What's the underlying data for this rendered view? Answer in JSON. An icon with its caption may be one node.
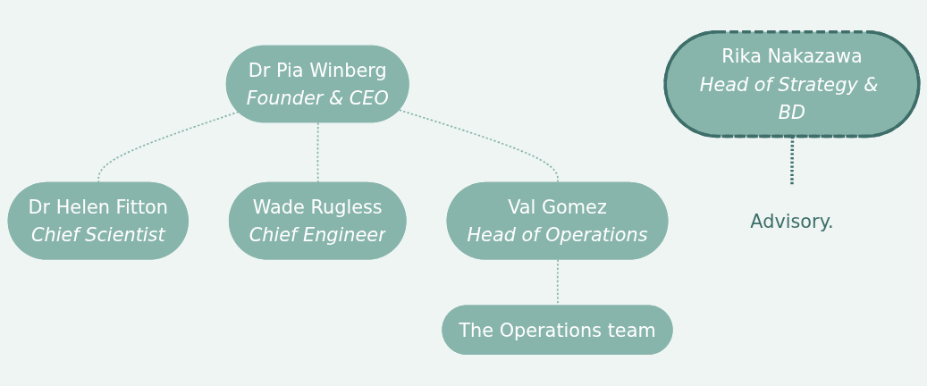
{
  "diagram": {
    "nodes": [
      {
        "text": [
          "Dr Pia Winberg",
          "Founder & CEO"
        ]
      },
      {
        "text": [
          "Rika Nakazawa",
          "Head of Strategy & BD"
        ]
      },
      {
        "text": [
          "Dr Helen Fitton",
          "Chief Scientist"
        ]
      },
      {
        "text": [
          "Wade Rugless",
          "Chief Engineer"
        ]
      },
      {
        "text": [
          "Val Gomez",
          "Head of Operations"
        ]
      },
      {
        "text": [
          "The Operations team"
        ]
      },
      {
        "text": [
          "Advisory."
        ]
      }
    ],
    "edges": [
      {
        "from": 0,
        "to": 2,
        "arrow": "none",
        "style": "dashed"
      },
      {
        "from": 0,
        "to": 3,
        "arrow": "none",
        "style": "dashed"
      },
      {
        "from": 0,
        "to": 4,
        "arrow": "none",
        "style": "dashed"
      },
      {
        "from": 4,
        "to": 5,
        "arrow": "none",
        "style": "dashed"
      },
      {
        "from": 1,
        "to": 6,
        "arrow": "none",
        "style": "dashed",
        "color": "#3e6e6a"
      }
    ]
  }
}
